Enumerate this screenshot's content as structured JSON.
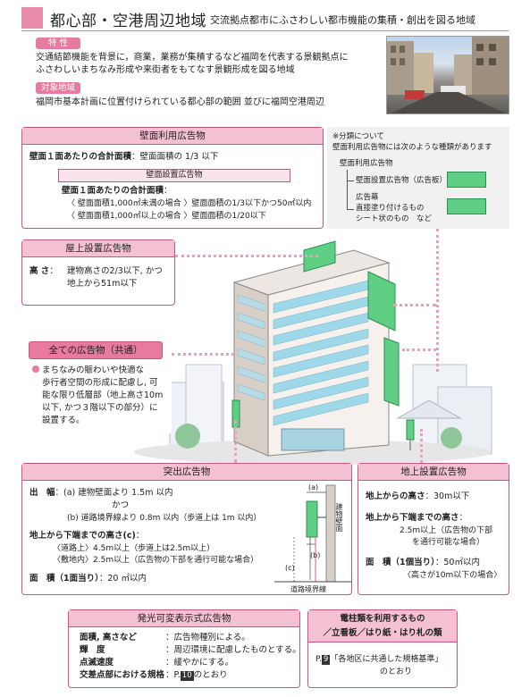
{
  "header": {
    "title": "都心部・空港周辺地域",
    "subtitle": "交流拠点都市にふさわしい都市機能の集積・創出を図る地域"
  },
  "features": {
    "label": "特 性",
    "text": [
      "交通結節機能を背景に，商業，業務が集積するなど福岡を代表する景観拠点に",
      "ふさわしいまちなみ形成や来街者をもてなす景観形成を図る地域"
    ]
  },
  "target": {
    "label": "対象地域",
    "text": "福岡市基本計画に位置付けられている都心部の範囲 並びに福岡空港周辺"
  },
  "wall_box": {
    "title": "壁面利用広告物",
    "total_label": "壁面１面あたりの合計面積",
    "total_value": "：壁面面積の 1/3 以下",
    "sub_title": "壁面設置広告物",
    "sub_total_label": "壁面１面あたりの合計面積",
    "sub_total_colon": "：",
    "line1": "〈 壁面面積1,000㎡未満の場合 〉壁面面積の1/3以下かつ50㎡以内",
    "line2": "〈 壁面面積1,000㎡以上の場合 〉壁面面積の1/20以下"
  },
  "classification": {
    "note1": "※分類について",
    "note2": "壁面利用広告物には次のような種類があります",
    "root": "壁面利用広告物",
    "item1": "壁面設置広告物（広告板）",
    "item2a": "広告幕",
    "item2b": "直接塗り付けるもの",
    "item2c": "シート状のもの　など"
  },
  "rooftop": {
    "title": "屋上設置広告物",
    "label": "高 さ",
    "colon": "：",
    "line1": "建物高さの2/3以下, かつ",
    "line2": "地上から51m以下"
  },
  "all_ads": {
    "title": "全ての広告物（共通）",
    "lines": [
      "まちなみの賑わいや快適な",
      "歩行者空間の形成に配慮し, 可",
      "能な限り低層部（地上高さ10m",
      "以下, かつ３階以下の部分）に",
      "設置する。"
    ]
  },
  "protruding": {
    "title": "突出広告物",
    "width_label": "出　幅",
    "width_a": "：(a) 建物壁面より 1.5m 以内",
    "width_and": "かつ",
    "width_b": "(b) 道路境界線より 0.8m 以内（歩道上は 1m 以内）",
    "height_label": "地上から下端までの高さ(c)",
    "height_colon": "：",
    "height_road": "〈道路上〉4.5m以上（歩道上は2.5m以上）",
    "height_site": "〈敷地内〉2.5m以上（広告物の下部を通行可能な場合）",
    "area_label": "面　積（1面当り）",
    "area_value": "：20 ㎡以内",
    "diag_a": "(a)",
    "diag_b": "(b)",
    "diag_c": "(c)",
    "diag_wall": "建物壁面",
    "diag_road": "道路境界線"
  },
  "ground": {
    "title": "地上設置広告物",
    "height_label": "地上からの高さ",
    "height_value": "：30m以下",
    "bottom_label": "地上から下端までの高さ",
    "bottom_colon": "：",
    "bottom_1": "2.5m以上（広告物の下部",
    "bottom_2": "を通行可能な場合）",
    "area_label": "面　積（1個当り）",
    "area_value": "：50㎡以内",
    "area_note": "〈高さが10m以下の場合〉"
  },
  "light": {
    "title": "発光可変表示式広告物",
    "r1_label": "面積, 高さなど",
    "r1_value": "：広告物種別による。",
    "r2_label": "輝　度",
    "r2_value": "：周辺環境に配慮したものとする。",
    "r3_label": "点滅速度",
    "r3_value": "：緩やかにする。",
    "r4_label": "交差点部における規格",
    "r4_pre": "：P.",
    "r4_num": "10",
    "r4_post": "のとおり"
  },
  "poles": {
    "title1": "電柱類を利用するもの",
    "title2": "／立看板／はり紙・はり札の類",
    "pre": "P.",
    "num": "9",
    "post1": "「各地区に共通した規格基準」",
    "post2": "のとおり"
  }
}
